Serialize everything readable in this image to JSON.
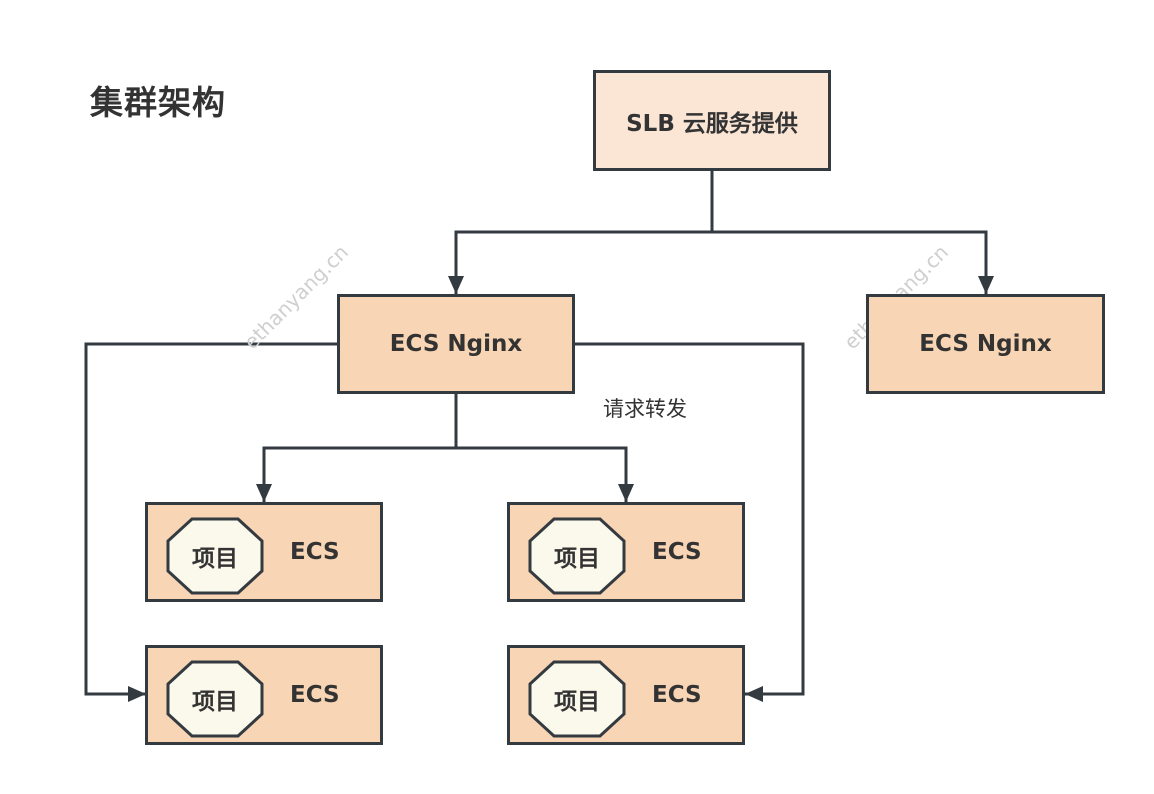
{
  "title": "集群架构",
  "nodes": {
    "slb": {
      "label": "SLB 云服务提供"
    },
    "nginx_primary": {
      "label": "ECS Nginx"
    },
    "nginx_secondary": {
      "label": "ECS Nginx"
    },
    "app_servers": [
      {
        "project": "项目",
        "label": "ECS"
      },
      {
        "project": "项目",
        "label": "ECS"
      },
      {
        "project": "项目",
        "label": "ECS"
      },
      {
        "project": "项目",
        "label": "ECS"
      }
    ]
  },
  "edge_label": "请求转发",
  "watermarks": [
    "ethanyang.cn",
    "ethanyang.cn"
  ],
  "colors": {
    "slb_fill": "#fbe6d6",
    "node_fill": "#f8d5b4",
    "project_fill": "#fbf8ec",
    "stroke": "#333a40",
    "text": "#333333"
  }
}
